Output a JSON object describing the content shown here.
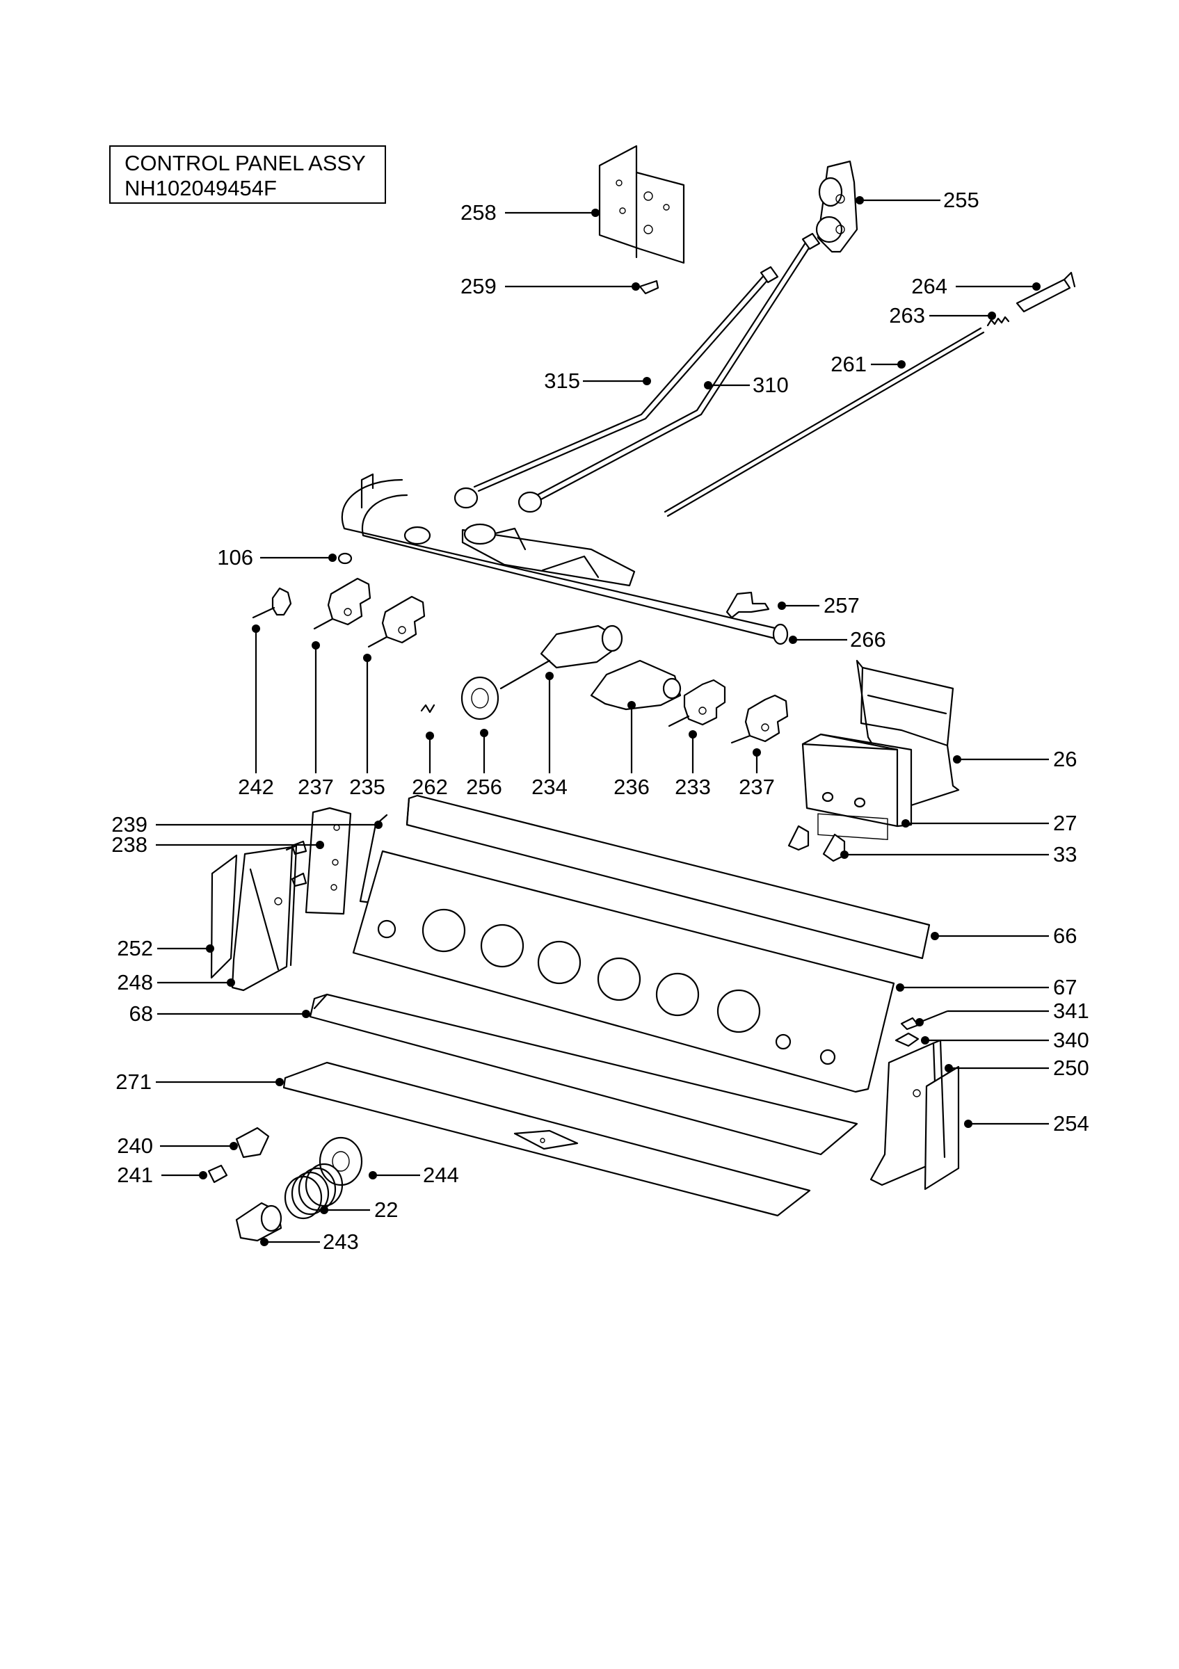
{
  "title": {
    "line1": "CONTROL PANEL ASSY",
    "line2": "NH102049454F"
  },
  "callouts": [
    {
      "id": "c258",
      "label": "258"
    },
    {
      "id": "c255",
      "label": "255"
    },
    {
      "id": "c259",
      "label": "259"
    },
    {
      "id": "c264",
      "label": "264"
    },
    {
      "id": "c263",
      "label": "263"
    },
    {
      "id": "c261",
      "label": "261"
    },
    {
      "id": "c315",
      "label": "315"
    },
    {
      "id": "c310",
      "label": "310"
    },
    {
      "id": "c106",
      "label": "106"
    },
    {
      "id": "c257",
      "label": "257"
    },
    {
      "id": "c266",
      "label": "266"
    },
    {
      "id": "c242",
      "label": "242"
    },
    {
      "id": "c237a",
      "label": "237"
    },
    {
      "id": "c235",
      "label": "235"
    },
    {
      "id": "c262",
      "label": "262"
    },
    {
      "id": "c256",
      "label": "256"
    },
    {
      "id": "c234",
      "label": "234"
    },
    {
      "id": "c236",
      "label": "236"
    },
    {
      "id": "c233",
      "label": "233"
    },
    {
      "id": "c237b",
      "label": "237"
    },
    {
      "id": "c26",
      "label": "26"
    },
    {
      "id": "c239",
      "label": "239"
    },
    {
      "id": "c238",
      "label": "238"
    },
    {
      "id": "c27",
      "label": "27"
    },
    {
      "id": "c33",
      "label": "33"
    },
    {
      "id": "c66",
      "label": "66"
    },
    {
      "id": "c252",
      "label": "252"
    },
    {
      "id": "c248",
      "label": "248"
    },
    {
      "id": "c67",
      "label": "67"
    },
    {
      "id": "c68",
      "label": "68"
    },
    {
      "id": "c341",
      "label": "341"
    },
    {
      "id": "c340",
      "label": "340"
    },
    {
      "id": "c250",
      "label": "250"
    },
    {
      "id": "c271",
      "label": "271"
    },
    {
      "id": "c254",
      "label": "254"
    },
    {
      "id": "c240",
      "label": "240"
    },
    {
      "id": "c241",
      "label": "241"
    },
    {
      "id": "c244",
      "label": "244"
    },
    {
      "id": "c22",
      "label": "22"
    },
    {
      "id": "c243",
      "label": "243"
    }
  ]
}
